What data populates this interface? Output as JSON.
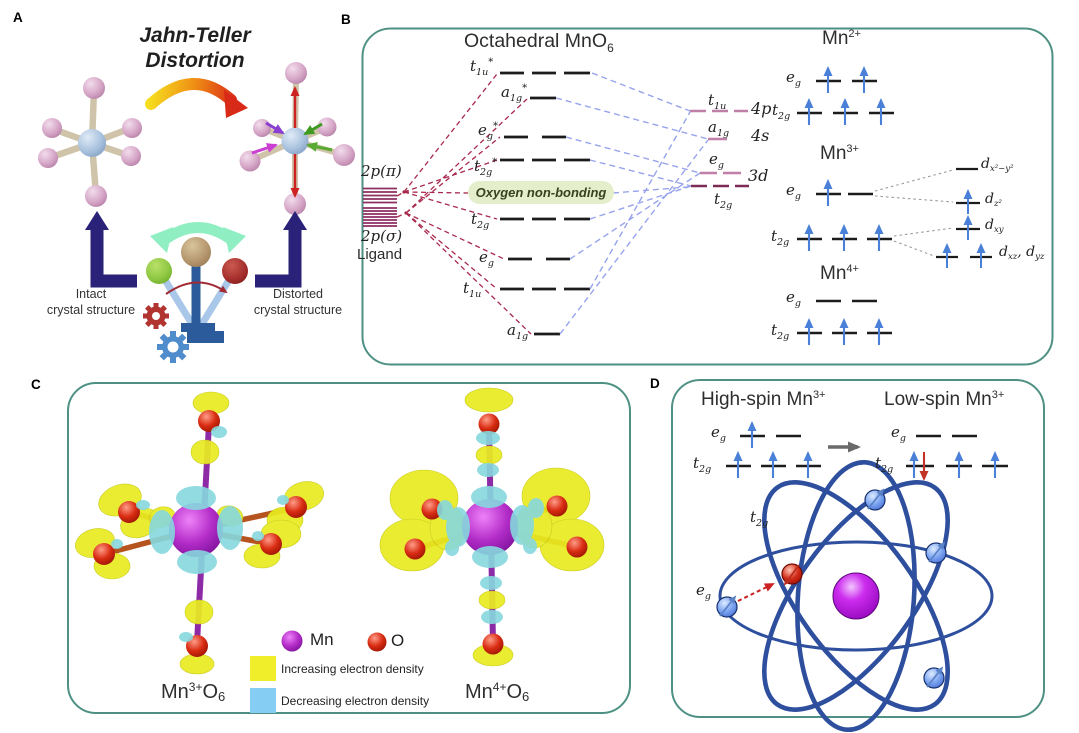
{
  "figure_labels": {
    "a": "A",
    "b": "B",
    "c": "C",
    "d": "D"
  },
  "panel_a": {
    "title_line1": "Jahn-Teller",
    "title_line2": "Distortion",
    "caption_left_line1": "Intact",
    "caption_left_line2": "crystal structure",
    "caption_right_line1": "Distorted",
    "caption_right_line2": "crystal structure"
  },
  "panel_b": {
    "title": {
      "text": "Octahedral MnO",
      "sub": "6"
    },
    "ligand": {
      "pi": "2p(π)",
      "sigma": "2p(σ)",
      "caption": "Ligand"
    },
    "nonbonding": "Oxygen non-bonding",
    "metal_shells": {
      "p": "4p",
      "s": "4s",
      "d": "3d"
    },
    "ions": {
      "mn2": {
        "base": "Mn",
        "charge": "2+"
      },
      "mn3": {
        "base": "Mn",
        "charge": "3+"
      },
      "mn4": {
        "base": "Mn",
        "charge": "4+"
      }
    },
    "d_orbitals": {
      "dx2y2": {
        "base": "d",
        "sub": "x²−y²"
      },
      "dz2": {
        "base": "d",
        "sub": "z²"
      },
      "dxy": {
        "base": "d",
        "sub": "xy"
      },
      "dxz": {
        "base": "d",
        "sub": "xz"
      },
      "separator": ", ",
      "dyz": {
        "base": "d",
        "sub": "yz"
      }
    }
  },
  "orbitals": {
    "t1u_star": {
      "base": "t",
      "sub": "1u",
      "sup": "*"
    },
    "a1g_star": {
      "base": "a",
      "sub": "1g",
      "sup": "*"
    },
    "eg_star": {
      "base": "e",
      "sub": "g",
      "sup": "*"
    },
    "t2g_star": {
      "base": "t",
      "sub": "2g",
      "sup": "*"
    },
    "t1u": {
      "base": "t",
      "sub": "1u"
    },
    "a1g": {
      "base": "a",
      "sub": "1g"
    },
    "t2g": {
      "base": "t",
      "sub": "2g"
    },
    "eg": {
      "base": "e",
      "sub": "g"
    }
  },
  "panel_c": {
    "legend": {
      "mn": "Mn",
      "o": "O",
      "increasing": "Increasing electron density",
      "decreasing": "Decreasing electron density"
    },
    "label_mn3o6": {
      "base": "Mn",
      "charge": "3+",
      "o": "O",
      "count": "6"
    },
    "label_mn4o6": {
      "base": "Mn",
      "charge": "4+",
      "o": "O",
      "count": "6"
    }
  },
  "panel_d": {
    "high_spin": {
      "text": "High-spin Mn",
      "charge": "3+"
    },
    "low_spin": {
      "text": "Low-spin Mn",
      "charge": "3+"
    }
  },
  "colors": {
    "panel_border": "#4e9184",
    "ligand_lines": "#8e2e62",
    "bonding_connector": "#a8294d",
    "metal_connector": "#97a3ec",
    "spin_up_arrow": "#4a80d8",
    "spin_down_arrow": "#c33227",
    "increasing_density": "#f0ee2a",
    "decreasing_density": "#86cdf3",
    "mn_sphere": "#9812bc",
    "o_sphere": "#c41a00"
  }
}
